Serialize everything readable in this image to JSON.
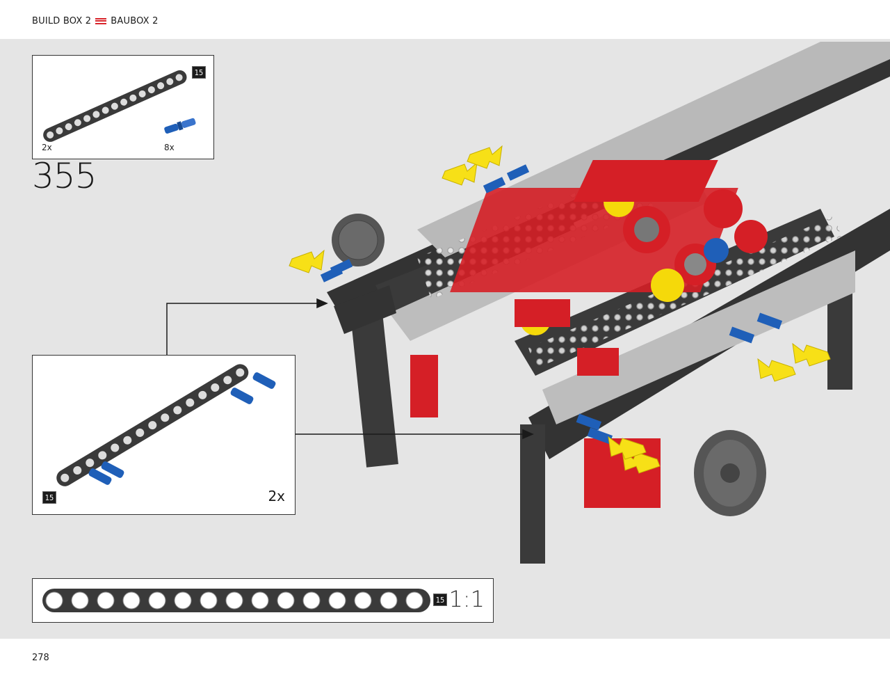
{
  "header": {
    "left_label": "BUILD BOX 2",
    "right_label": "BAUBOX 2",
    "brand_color": "#d9262c"
  },
  "parts_list": {
    "items": [
      {
        "name": "beam-15-black",
        "quantity": "2x",
        "length_badge": "15"
      },
      {
        "name": "pin-blue",
        "quantity": "8x"
      }
    ]
  },
  "step": {
    "number": "355"
  },
  "callout": {
    "quantity": "2x",
    "length_badge": "15"
  },
  "ruler": {
    "holes": 15,
    "length_badge": "15",
    "scale": "1:1"
  },
  "page": {
    "number": "278"
  },
  "colors": {
    "beam_dark": "#3a3a3a",
    "beam_light": "#b9b9b9",
    "pin_blue": "#1f5fb8",
    "red": "#d51f26",
    "yellow": "#f5d90a",
    "arrow_yellow": "#f7e017"
  }
}
